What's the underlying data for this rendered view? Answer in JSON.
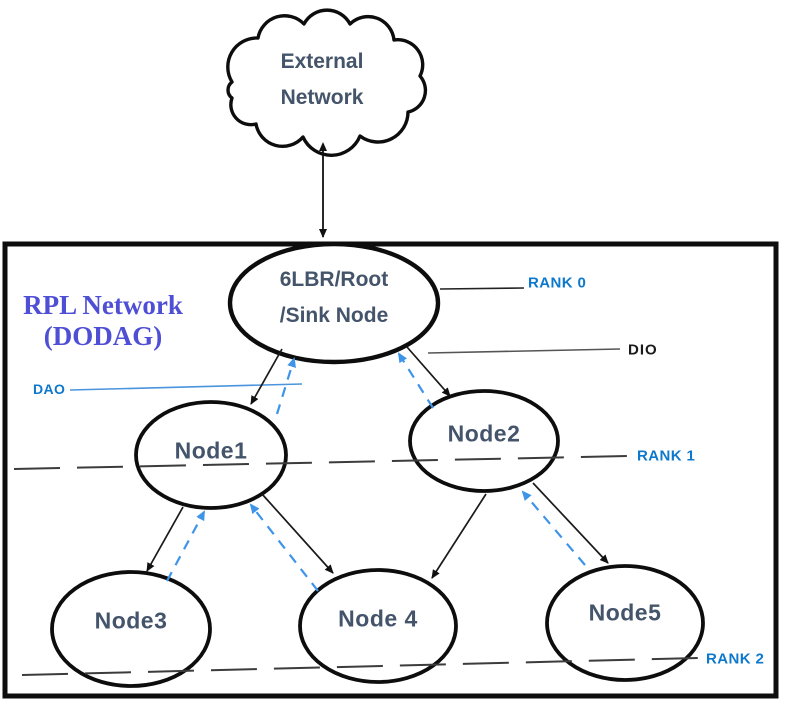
{
  "cloud": {
    "label_line1": "External",
    "label_line2": "Network"
  },
  "network_box": {
    "label_line1": "RPL Network",
    "label_line2": "(DODAG)"
  },
  "root_node": {
    "label_line1": "6LBR/Root",
    "label_line2": "/Sink Node"
  },
  "nodes": [
    {
      "label": "Node1"
    },
    {
      "label": "Node2"
    },
    {
      "label": "Node3"
    },
    {
      "label": "Node 4"
    },
    {
      "label": "Node5"
    }
  ],
  "annotations": {
    "rank0": "RANK 0",
    "rank1": "RANK 1",
    "rank2": "RANK 2",
    "dio": "DIO",
    "dao": "DAO"
  },
  "colors": {
    "node_text": "#44546a",
    "annotation_blue": "#0d78cc",
    "dao_arrow_blue": "#3e94e8",
    "rpl_label_purple": "#4f4fd6",
    "outline_black": "#0d0d0d"
  }
}
